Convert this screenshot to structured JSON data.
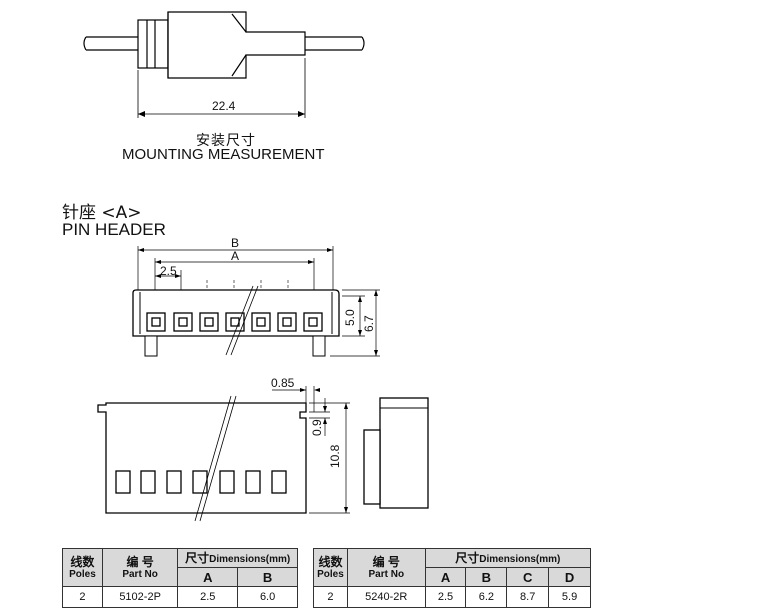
{
  "mounting": {
    "dimension": "22.4",
    "caption_cn": "安装尺寸",
    "caption_en": "MOUNTING MEASUREMENT"
  },
  "pin_header": {
    "title_cn": "针座 <A>",
    "title_en": "PIN HEADER",
    "dim_b": "B",
    "dim_a": "A",
    "pitch": "2.5",
    "height_inner": "5.0",
    "height_outer": "6.7",
    "pin_width": "0.85",
    "tab_height": "0.9",
    "body_height": "10.8"
  },
  "table_left": {
    "col_poles_cn": "线数",
    "col_poles_en": "Poles",
    "col_part_cn": "编 号",
    "col_part_en": "Part No",
    "col_dims_cn": "尺寸",
    "col_dims_en": "Dimensions(mm)",
    "sub_headers": [
      "A",
      "B"
    ],
    "rows": [
      {
        "poles": "2",
        "part": "5102-2P",
        "dims": [
          "2.5",
          "6.0"
        ]
      }
    ]
  },
  "table_right": {
    "col_poles_cn": "线数",
    "col_poles_en": "Poles",
    "col_part_cn": "编 号",
    "col_part_en": "Part No",
    "col_dims_cn": "尺寸",
    "col_dims_en": "Dimensions(mm)",
    "sub_headers": [
      "A",
      "B",
      "C",
      "D"
    ],
    "rows": [
      {
        "poles": "2",
        "part": "5240-2R",
        "dims": [
          "2.5",
          "6.2",
          "8.7",
          "5.9"
        ]
      }
    ]
  }
}
